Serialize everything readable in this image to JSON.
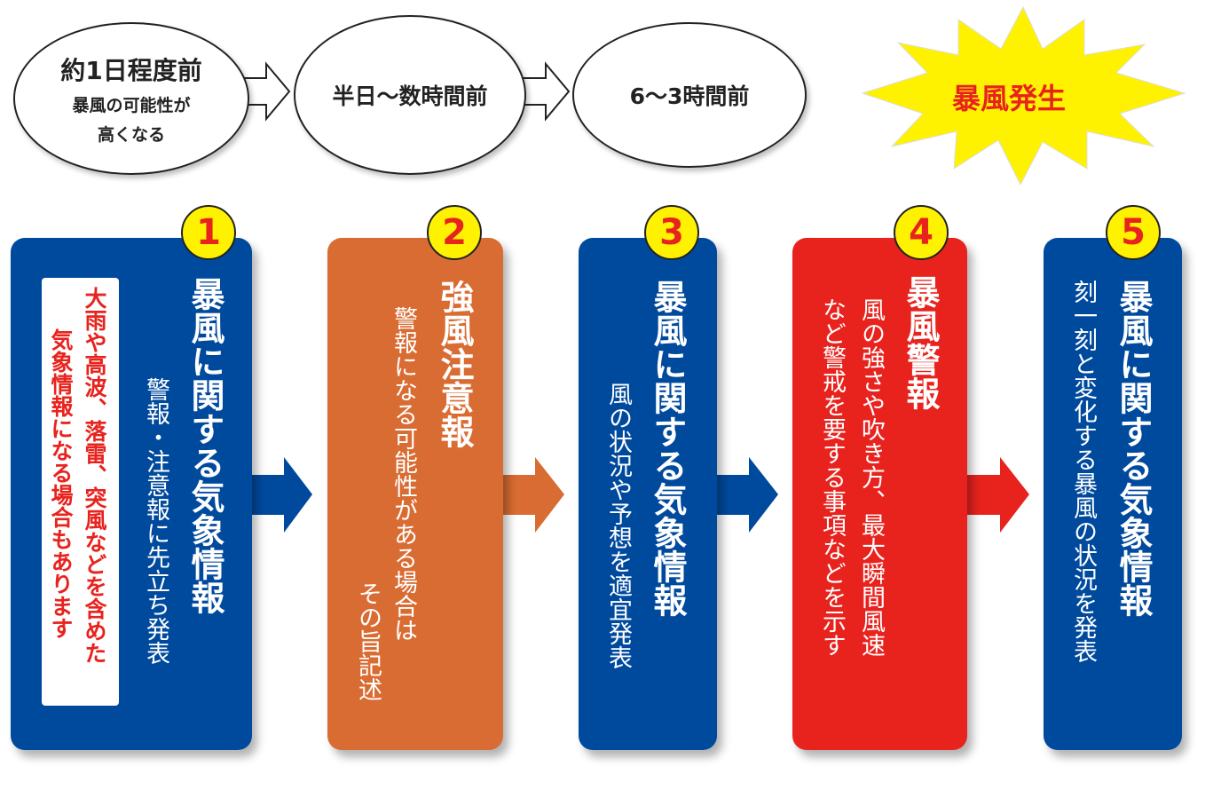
{
  "timeline": [
    {
      "title": "約1日程度前",
      "sub1": "暴風の可能性が",
      "sub2": "高くなる"
    },
    {
      "title": "半日〜数時間前"
    },
    {
      "title": "6〜3時間前"
    },
    {
      "title": "暴風発生"
    }
  ],
  "steps": [
    {
      "num": "1",
      "title": "暴風に関する気象情報",
      "sub": [
        "警報・注意報に先立ち発表"
      ],
      "note": [
        "大雨や高波、落雷、突風などを含めた",
        "気象情報になる場合もあります"
      ],
      "color": "#004a9e"
    },
    {
      "num": "2",
      "title": "強風注意報",
      "sub": [
        "警報になる可能性がある場合は",
        "その旨記述"
      ],
      "color": "#d96c33"
    },
    {
      "num": "3",
      "title": "暴風に関する気象情報",
      "sub": [
        "風の状況や予想を適宜発表"
      ],
      "color": "#004a9e"
    },
    {
      "num": "4",
      "title": "暴風警報",
      "sub": [
        "風の強さや吹き方、最大瞬間風速",
        "など警戒を要する事項などを示す"
      ],
      "color": "#e8231e"
    },
    {
      "num": "5",
      "title": "暴風に関する気象情報",
      "sub": [
        "刻一刻と変化する暴風の状況を発表"
      ],
      "color": "#004a9e"
    }
  ]
}
